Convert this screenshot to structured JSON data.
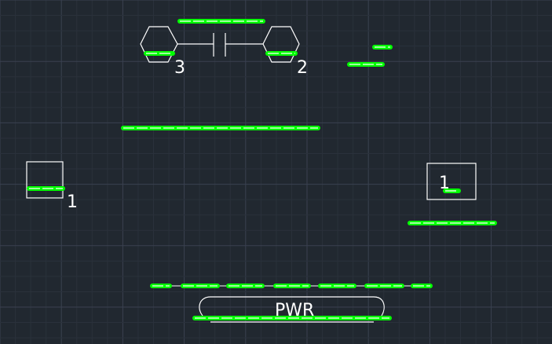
{
  "drawing": {
    "background": "#212830",
    "highlight_color": "#00ff00",
    "line_color": "#ffffff",
    "labels": {
      "hex_left": "3",
      "hex_right": "2",
      "box_left": "1",
      "box_right": "1",
      "power_block": "PWR"
    }
  }
}
